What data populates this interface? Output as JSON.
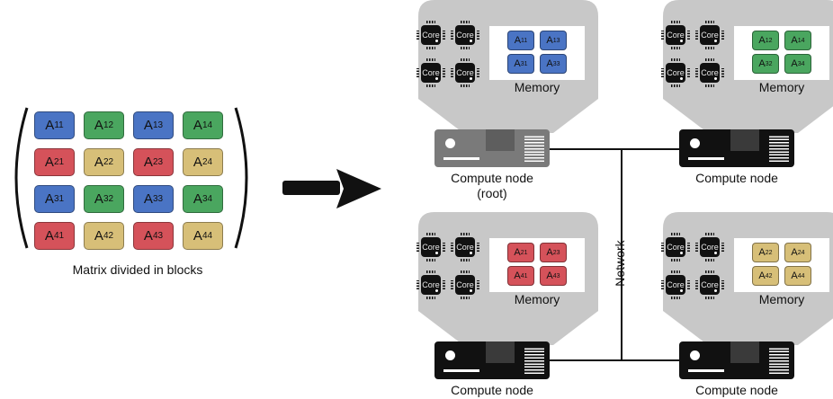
{
  "matrix": {
    "caption": "Matrix divided in blocks",
    "rows": [
      [
        {
          "label": "A",
          "sub": "11",
          "color": "blue"
        },
        {
          "label": "A",
          "sub": "12",
          "color": "green"
        },
        {
          "label": "A",
          "sub": "13",
          "color": "blue"
        },
        {
          "label": "A",
          "sub": "14",
          "color": "green"
        }
      ],
      [
        {
          "label": "A",
          "sub": "21",
          "color": "red"
        },
        {
          "label": "A",
          "sub": "22",
          "color": "tan"
        },
        {
          "label": "A",
          "sub": "23",
          "color": "red"
        },
        {
          "label": "A",
          "sub": "24",
          "color": "tan"
        }
      ],
      [
        {
          "label": "A",
          "sub": "31",
          "color": "blue"
        },
        {
          "label": "A",
          "sub": "32",
          "color": "green"
        },
        {
          "label": "A",
          "sub": "33",
          "color": "blue"
        },
        {
          "label": "A",
          "sub": "34",
          "color": "green"
        }
      ],
      [
        {
          "label": "A",
          "sub": "41",
          "color": "red"
        },
        {
          "label": "A",
          "sub": "42",
          "color": "tan"
        },
        {
          "label": "A",
          "sub": "43",
          "color": "red"
        },
        {
          "label": "A",
          "sub": "44",
          "color": "tan"
        }
      ]
    ]
  },
  "colors": {
    "blue": "#4a74c4",
    "green": "#4aa65f",
    "red": "#d5525a",
    "tan": "#d7bf78",
    "panel": "#c8c8c8",
    "root_server": "#7a7a7a",
    "server": "#111111"
  },
  "network_label": "Network",
  "core_label": "Core",
  "memory_label": "Memory",
  "nodes": [
    {
      "id": "top-left",
      "label": "Compute node",
      "sublabel": "(root)",
      "root": true,
      "color": "blue",
      "blocks": [
        "11",
        "13",
        "31",
        "33"
      ]
    },
    {
      "id": "top-right",
      "label": "Compute node",
      "sublabel": "",
      "root": false,
      "color": "green",
      "blocks": [
        "12",
        "14",
        "32",
        "34"
      ]
    },
    {
      "id": "bottom-left",
      "label": "Compute node",
      "sublabel": "",
      "root": false,
      "color": "red",
      "blocks": [
        "21",
        "23",
        "41",
        "43"
      ]
    },
    {
      "id": "bottom-right",
      "label": "Compute node",
      "sublabel": "",
      "root": false,
      "color": "tan",
      "blocks": [
        "22",
        "24",
        "42",
        "44"
      ]
    }
  ]
}
